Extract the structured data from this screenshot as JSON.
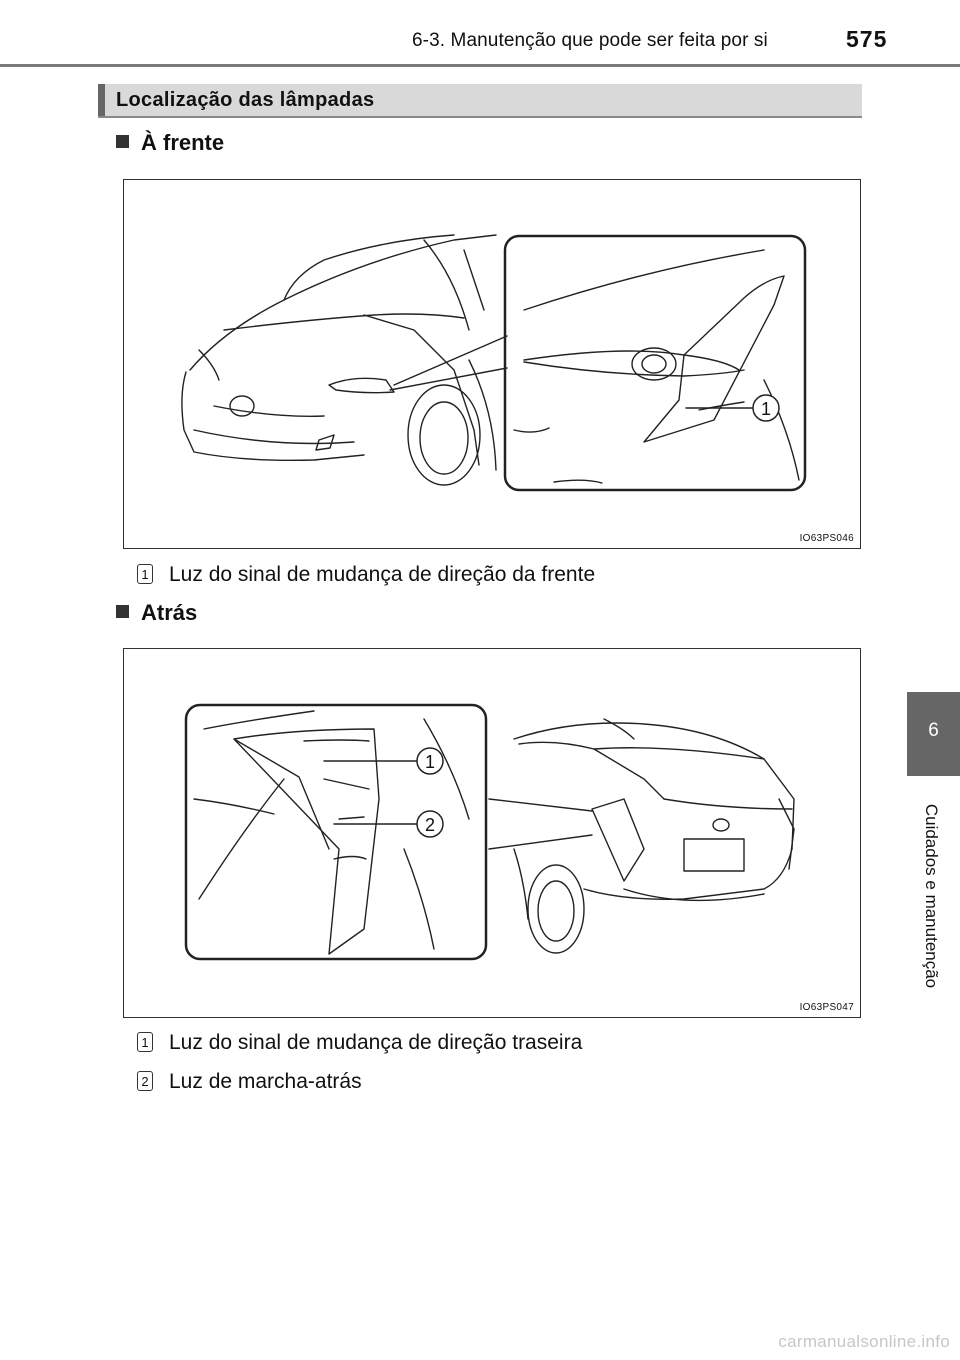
{
  "header": {
    "section_title": "6-3. Manutenção que pode ser feita por si",
    "page_number": "575"
  },
  "section": {
    "title": "Localização das lâmpadas"
  },
  "front": {
    "heading": "À frente",
    "figure_code": "IO63PS046",
    "callouts": [
      "1"
    ],
    "items": [
      {
        "num": "1",
        "text": "Luz do sinal de mudança de direção da frente"
      }
    ]
  },
  "rear": {
    "heading": "Atrás",
    "figure_code": "IO63PS047",
    "callouts": [
      "1",
      "2"
    ],
    "items": [
      {
        "num": "1",
        "text": "Luz do sinal de mudança de direção traseira"
      },
      {
        "num": "2",
        "text": "Luz de marcha-atrás"
      }
    ]
  },
  "side_tab": {
    "chapter_number": "6",
    "chapter_title": "Cuidados e manutenção"
  },
  "watermark": "carmanualsonline.info"
}
